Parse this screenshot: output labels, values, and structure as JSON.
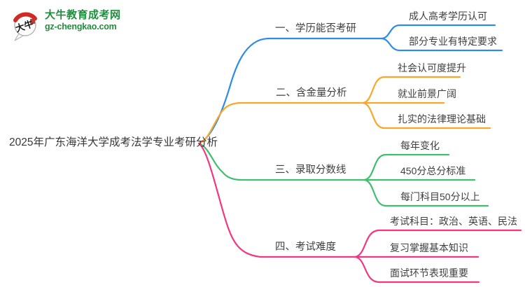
{
  "logo": {
    "icon_text": "大牛",
    "title": "大牛教育成考网",
    "subtitle": "gz-chengkao.com",
    "brand_color": "#1f8e3e",
    "accent_red": "#cf2b24"
  },
  "map": {
    "root": "2025年广东海洋大学成考法学专业考研分析",
    "text_color": "#3f3f3f",
    "branches": [
      {
        "label": "一、学历能否考研",
        "color": "#2E8BE8",
        "children": [
          "成人高考学历认可",
          "部分专业有特定要求"
        ]
      },
      {
        "label": "二、含金量分析",
        "color": "#F7A82C",
        "children": [
          "社会认可度提升",
          "就业前景广阔",
          "扎实的法律理论基础"
        ]
      },
      {
        "label": "三、录取分数线",
        "color": "#3FBE6E",
        "children": [
          "每年变化",
          "450分总分标准",
          "每门科目50分以上"
        ]
      },
      {
        "label": "四、考试难度",
        "color": "#F3367F",
        "children": [
          "考试科目：政治、英语、民法",
          "复习掌握基本知识",
          "面试环节表现重要"
        ]
      }
    ]
  }
}
